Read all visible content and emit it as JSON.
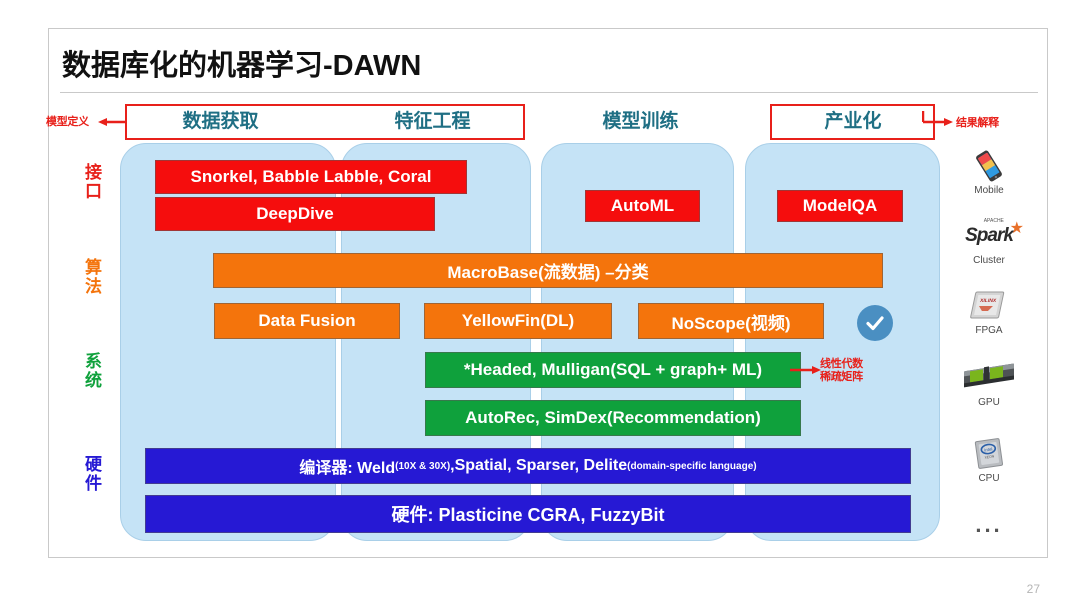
{
  "slide": {
    "title": "数据库化的机器学习-DAWN",
    "page_number": "27"
  },
  "annotations": {
    "left": "模型定义",
    "right": "结果解释",
    "system_note_line1": "线性代数",
    "system_note_line2": "稀疏矩阵"
  },
  "phases": [
    {
      "label": "数据获取",
      "boxed": true
    },
    {
      "label": "特征工程",
      "boxed": true
    },
    {
      "label": "模型训练",
      "boxed": false
    },
    {
      "label": "产业化",
      "boxed": true
    }
  ],
  "layers": [
    {
      "label": "接口",
      "color": "#e8201a"
    },
    {
      "label": "算法",
      "color": "#f4740c"
    },
    {
      "label": "系统",
      "color": "#0fa13c"
    },
    {
      "label": "硬件",
      "color": "#2619d4"
    }
  ],
  "items": {
    "snorkel": "Snorkel, Babble Labble, Coral",
    "deepdive": "DeepDive",
    "automl": "AutoML",
    "modelqa": "ModelQA",
    "macrobase": "MacroBase(流数据) –分类",
    "datafusion": "Data Fusion",
    "yellowfin": "YellowFin(DL)",
    "noscope": "NoScope(视频)",
    "headed": "*Headed, Mulligan(SQL + graph+ ML)",
    "autorec": "AutoRec, SimDex(Recommendation)",
    "compiler_prefix": "编译器: Weld",
    "compiler_sub1": "(10X & 30X)",
    "compiler_mid": ",Spatial, Sparser, Delite",
    "compiler_sub2": "(domain-specific language)",
    "hardware": "硬件: Plasticine CGRA, FuzzyBit"
  },
  "devices": [
    {
      "caption": "Mobile",
      "icon": "mobile-phone-icon"
    },
    {
      "caption": "Cluster",
      "icon": "apache-spark-logo",
      "wordmark": "Spark",
      "super": "APACHE"
    },
    {
      "caption": "FPGA",
      "icon": "fpga-chip-icon"
    },
    {
      "caption": "GPU",
      "icon": "gpu-card-icon"
    },
    {
      "caption": "CPU",
      "icon": "cpu-chip-icon"
    },
    {
      "caption": "...",
      "icon": "ellipsis-icon"
    }
  ],
  "colors": {
    "interface": "#f50d0d",
    "algorithm": "#f4740c",
    "system": "#0fa13c",
    "hardware": "#2619d4",
    "column_bg": "#c5e3f6",
    "phase_text": "#1f6f84",
    "accent_red": "#e8201a",
    "check_badge": "#4a8fc2"
  }
}
